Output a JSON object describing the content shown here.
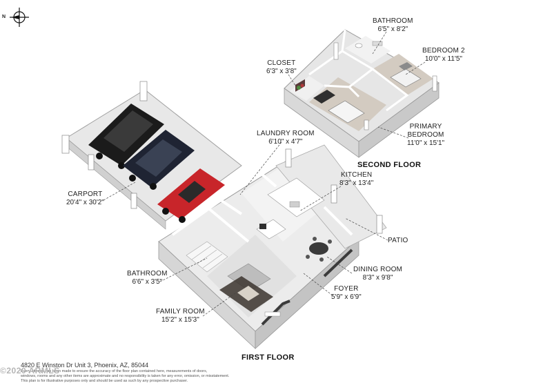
{
  "compass": {
    "label": "N",
    "icon": "compass-icon"
  },
  "floors": {
    "second": "SECOND FLOOR",
    "first": "FIRST FLOOR"
  },
  "rooms": {
    "bathroom_upper": {
      "name": "BATHROOM",
      "dim": "6'5\" x 8'2\""
    },
    "closet": {
      "name": "CLOSET",
      "dim": "6'3\" x 3'8\""
    },
    "bedroom2": {
      "name": "BEDROOM 2",
      "dim": "10'0\" x 11'5\""
    },
    "primary": {
      "name1": "PRIMARY",
      "name2": "BEDROOM",
      "dim": "11'0\" x 15'1\""
    },
    "laundry": {
      "name": "LAUNDRY ROOM",
      "dim": "6'10\" x 4'7\""
    },
    "kitchen": {
      "name": "KITCHEN",
      "dim": "8'3\" x 13'4\""
    },
    "carport": {
      "name": "CARPORT",
      "dim": "20'4\" x 30'2\""
    },
    "patio": {
      "name": "PATIO"
    },
    "dining": {
      "name": "DINING ROOM",
      "dim": "8'3\" x 9'8\""
    },
    "bathroom_lower": {
      "name": "BATHROOM",
      "dim": "6'6\" x 3'5\""
    },
    "foyer": {
      "name": "FOYER",
      "dim": "5'9\" x 6'9\""
    },
    "family": {
      "name": "FAMILY ROOM",
      "dim": "15'2\" x 15'3\""
    }
  },
  "footer": {
    "address": "4820 E Winston Dr Unit 3, Phoenix, AZ, 85044",
    "disclaimer1": "Every attempt has been made to ensure the accuracy of the floor plan contained here, measurements of doors,",
    "disclaimer2": "windows, rooms and any other items are approximate and no responsibility is taken for any error, omission, or misstatement.",
    "disclaimer3": "This plan is for illustrative purposes only and should be used as such by any prospective purchaser.",
    "copyright": "©2020 ARMLS"
  },
  "colors": {
    "wall_top": "#ffffff",
    "wall_side": "#d6d6d6",
    "wall_dark": "#3b3b3b",
    "floor_tile": "#ebebeb",
    "floor_wood": "#c9c2b8",
    "carport_floor": "#e4e4e4",
    "car_black": "#1b1b1b",
    "car_navy": "#1f2433",
    "car_red": "#c8252a"
  }
}
